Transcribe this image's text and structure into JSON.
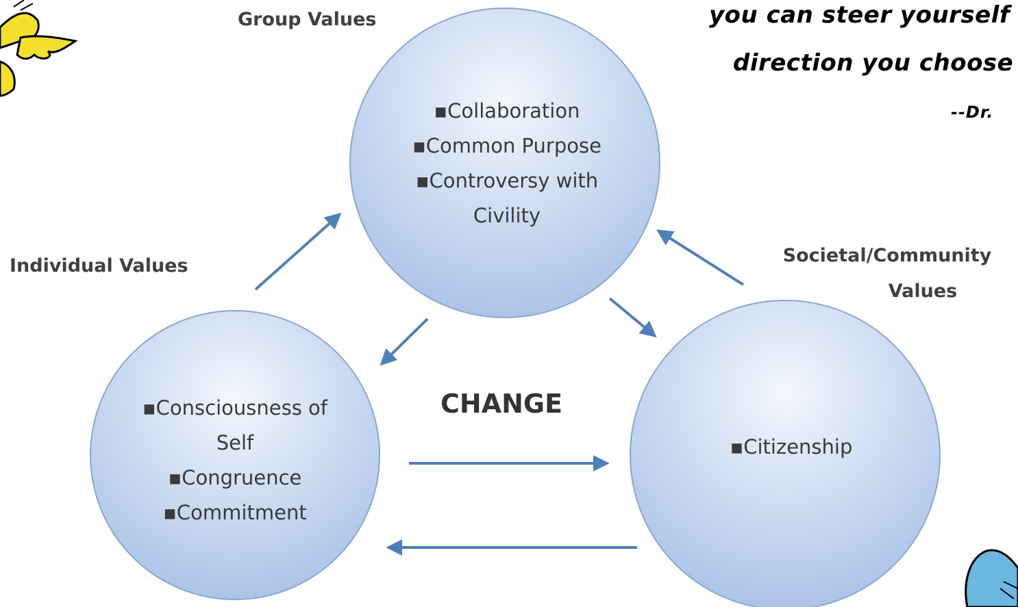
{
  "labels": {
    "group": "Group Values",
    "individual": "Individual Values",
    "societal_line1": "Societal/Community",
    "societal_line2": "Values",
    "change": "CHANGE"
  },
  "circles": {
    "group": [
      "▪Collaboration",
      "▪Common Purpose",
      "▪Controversy with",
      "Civility"
    ],
    "individual": [
      "▪Consciousness of",
      "Self",
      "▪Congruence",
      "▪Commitment"
    ],
    "societal": [
      "▪Citizenship"
    ]
  },
  "quote": {
    "line1": "you can steer yourself",
    "line2": "direction you choose",
    "attribution": "--Dr."
  },
  "colors": {
    "circle_fill_top": "#eef3fc",
    "circle_fill_bottom": "#a9c2e8",
    "circle_stroke": "#8aa6d4",
    "arrow": "#4f7fb8",
    "character_yellow": "#f4e02c",
    "character_blue": "#6bb7e0"
  }
}
